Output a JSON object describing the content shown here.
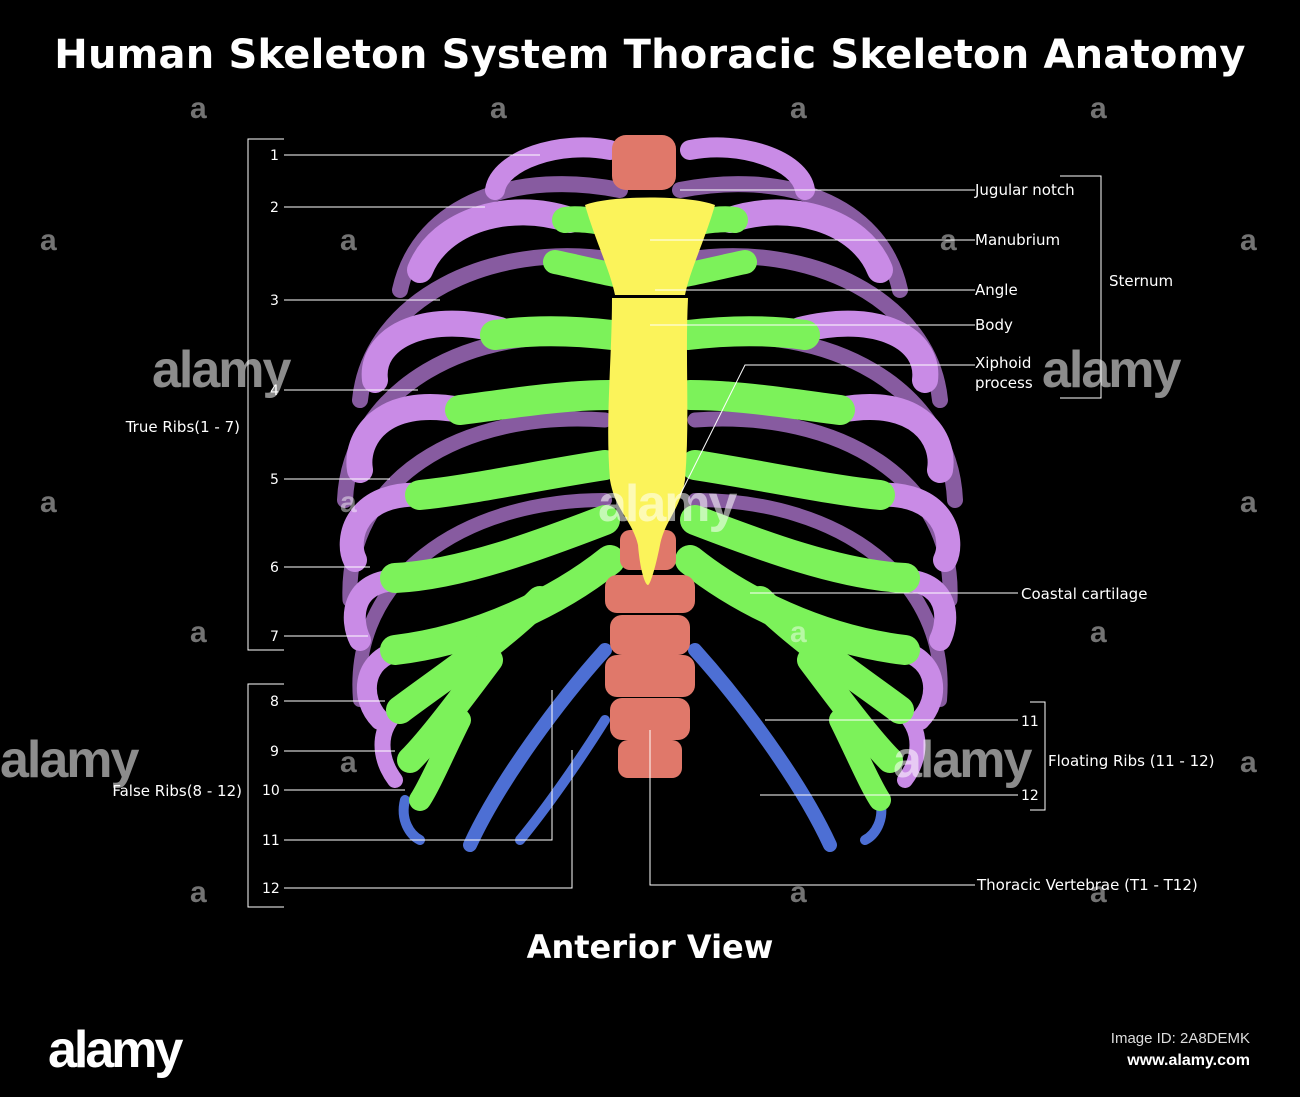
{
  "title": "Human Skeleton System Thoracic Skeleton Anatomy",
  "subtitle": "Anterior View",
  "colors": {
    "background": "#000000",
    "true_rib": "#c98be6",
    "costal_cartilage": "#7cf25a",
    "sternum": "#fbf35a",
    "vertebra": "#e0786a",
    "floating_rib": "#4d6fd4"
  },
  "left_labels": {
    "numbers": [
      "1",
      "2",
      "3",
      "4",
      "5",
      "6",
      "7",
      "8",
      "9",
      "10",
      "11",
      "12"
    ],
    "true_ribs": "True Ribs(1 - 7)",
    "false_ribs": "False Ribs(8 - 12)"
  },
  "right_labels": {
    "jugular_notch": "Jugular notch",
    "manubrium": "Manubrium",
    "angle": "Angle",
    "body": "Body",
    "xiphoid_1": "Xiphoid",
    "xiphoid_2": "process",
    "sternum": "Sternum",
    "coastal_cartilage": "Coastal cartilage",
    "floating_11": "11",
    "floating_12": "12",
    "floating_ribs": "Floating Ribs (11 - 12)",
    "thoracic_vertebrae": "Thoracic Vertebrae (T1 - T12)"
  },
  "watermark": {
    "brand": "alamy",
    "small": "a",
    "image_id": "Image ID: 2A8DEMK",
    "site": "www.alamy.com"
  }
}
